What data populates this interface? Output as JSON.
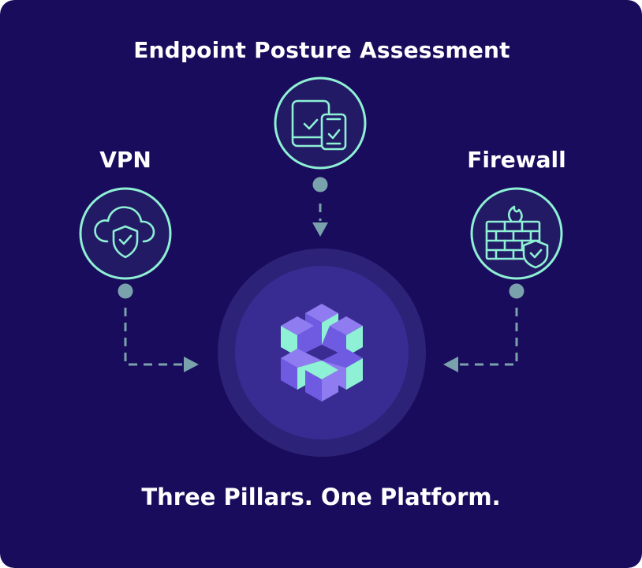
{
  "diagram": {
    "top_label": "Endpoint Posture Assessment",
    "left_label": "VPN",
    "right_label": "Firewall",
    "bottom_label": "Three Pillars. One Platform.",
    "nodes": [
      {
        "label": "Endpoint Posture Assessment",
        "icon": "devices-check-icon"
      },
      {
        "label": "VPN",
        "icon": "cloud-shield-icon"
      },
      {
        "label": "Firewall",
        "icon": "brick-wall-shield-icon"
      }
    ],
    "center_icon": "platform-logo"
  },
  "colors": {
    "background": "#1a0c5c",
    "node_ring": "#8ef0d4",
    "node_fill": "#231a66",
    "connector": "#7aa2ad",
    "center_outer": "#2c2278",
    "center_inner": "#382c92",
    "logo_mint": "#8ef0d4",
    "logo_purple": "#6e5be2",
    "logo_violet": "#8f7cf0"
  }
}
